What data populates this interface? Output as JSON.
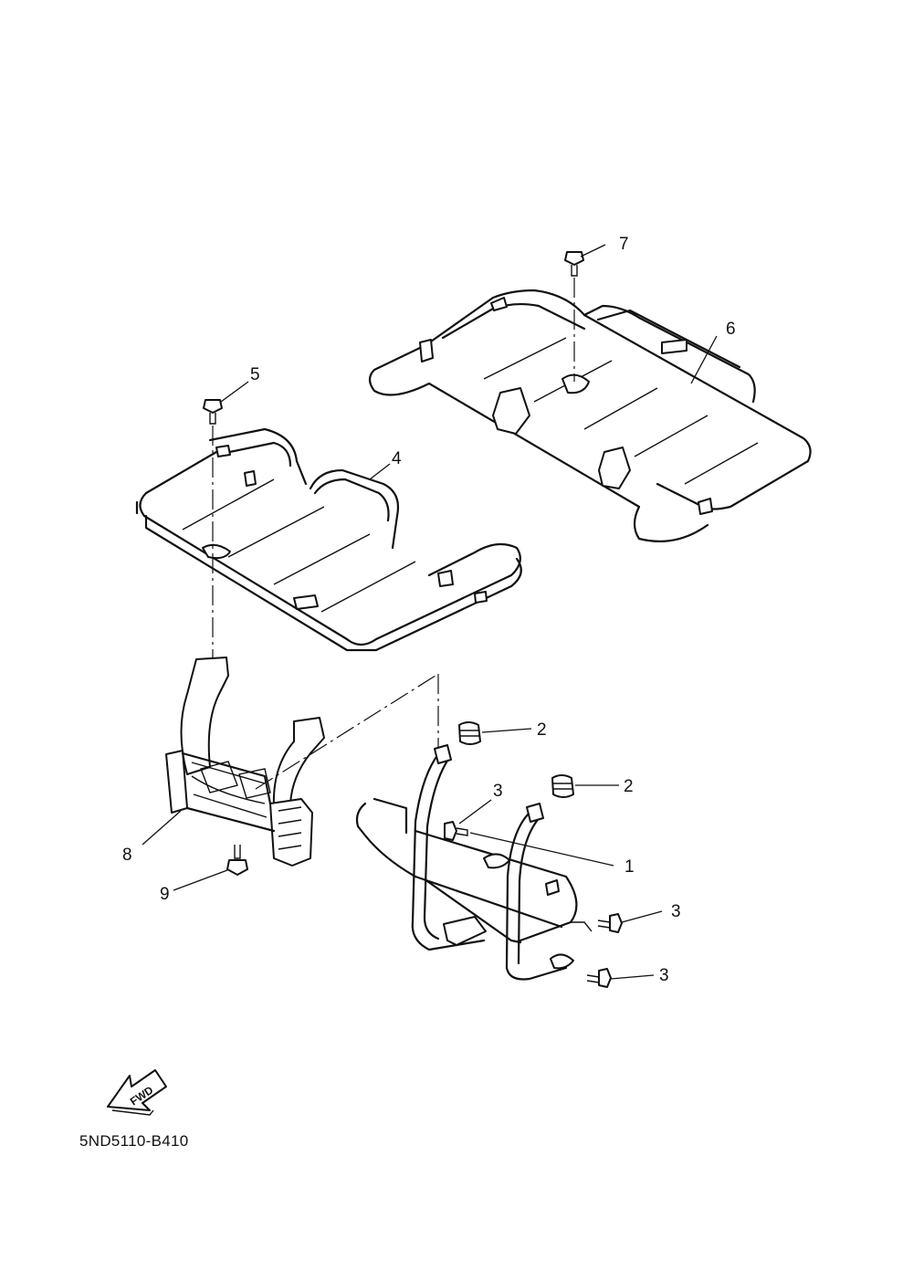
{
  "diagram": {
    "part_code": "5ND5110-B410",
    "direction_label": "FWD",
    "callouts": [
      "1",
      "2",
      "2",
      "3",
      "3",
      "3",
      "4",
      "5",
      "6",
      "7",
      "8",
      "9"
    ]
  },
  "colors": {
    "line": "#111111",
    "background": "#ffffff"
  }
}
